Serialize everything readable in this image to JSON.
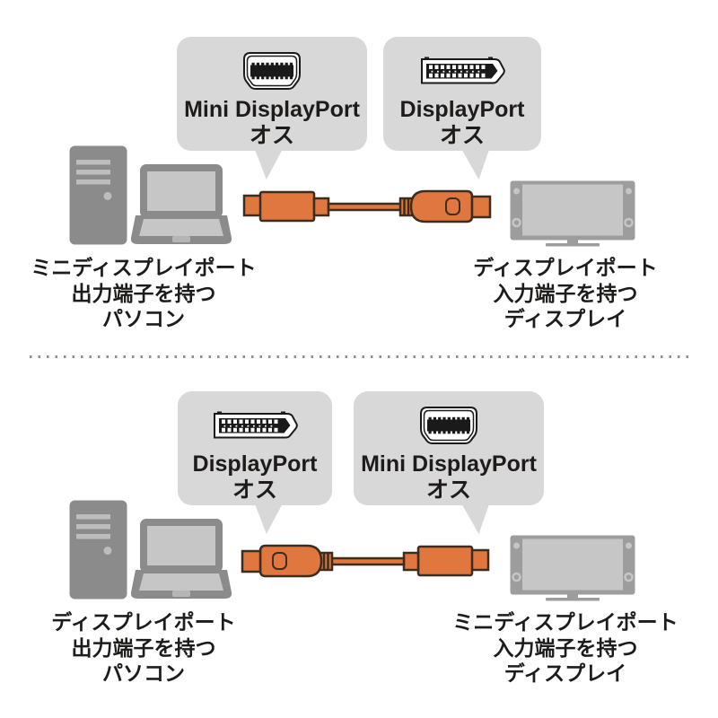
{
  "colors": {
    "bubble_gray": "#d8d8d8",
    "cable_orange": "#e0773f",
    "cable_outline": "#3c2d1e",
    "device_gray": "#8b8b8b",
    "monitor_bezel_gray": "#9d9d9d",
    "screen_light_gray": "#c6c6c6",
    "text_black": "#1e1b1b"
  },
  "panels": [
    {
      "bubbles": {
        "left": {
          "icon": "mini-displayport-connector-icon",
          "title": "Mini DisplayPort",
          "subtitle": "オス"
        },
        "right": {
          "icon": "displayport-connector-icon",
          "title": "DisplayPort",
          "subtitle": "オス"
        }
      },
      "captions": {
        "left": [
          "ミニディスプレイポート",
          "出力端子を持つ",
          "パソコン"
        ],
        "right": [
          "ディスプレイポート",
          "入力端子を持つ",
          "ディスプレイ"
        ]
      }
    },
    {
      "bubbles": {
        "left": {
          "icon": "displayport-connector-icon",
          "title": "DisplayPort",
          "subtitle": "オス"
        },
        "right": {
          "icon": "mini-displayport-connector-icon",
          "title": "Mini DisplayPort",
          "subtitle": "オス"
        }
      },
      "captions": {
        "left": [
          "ディスプレイポート",
          "出力端子を持つ",
          "パソコン"
        ],
        "right": [
          "ミニディスプレイポート",
          "入力端子を持つ",
          "ディスプレイ"
        ]
      }
    }
  ]
}
